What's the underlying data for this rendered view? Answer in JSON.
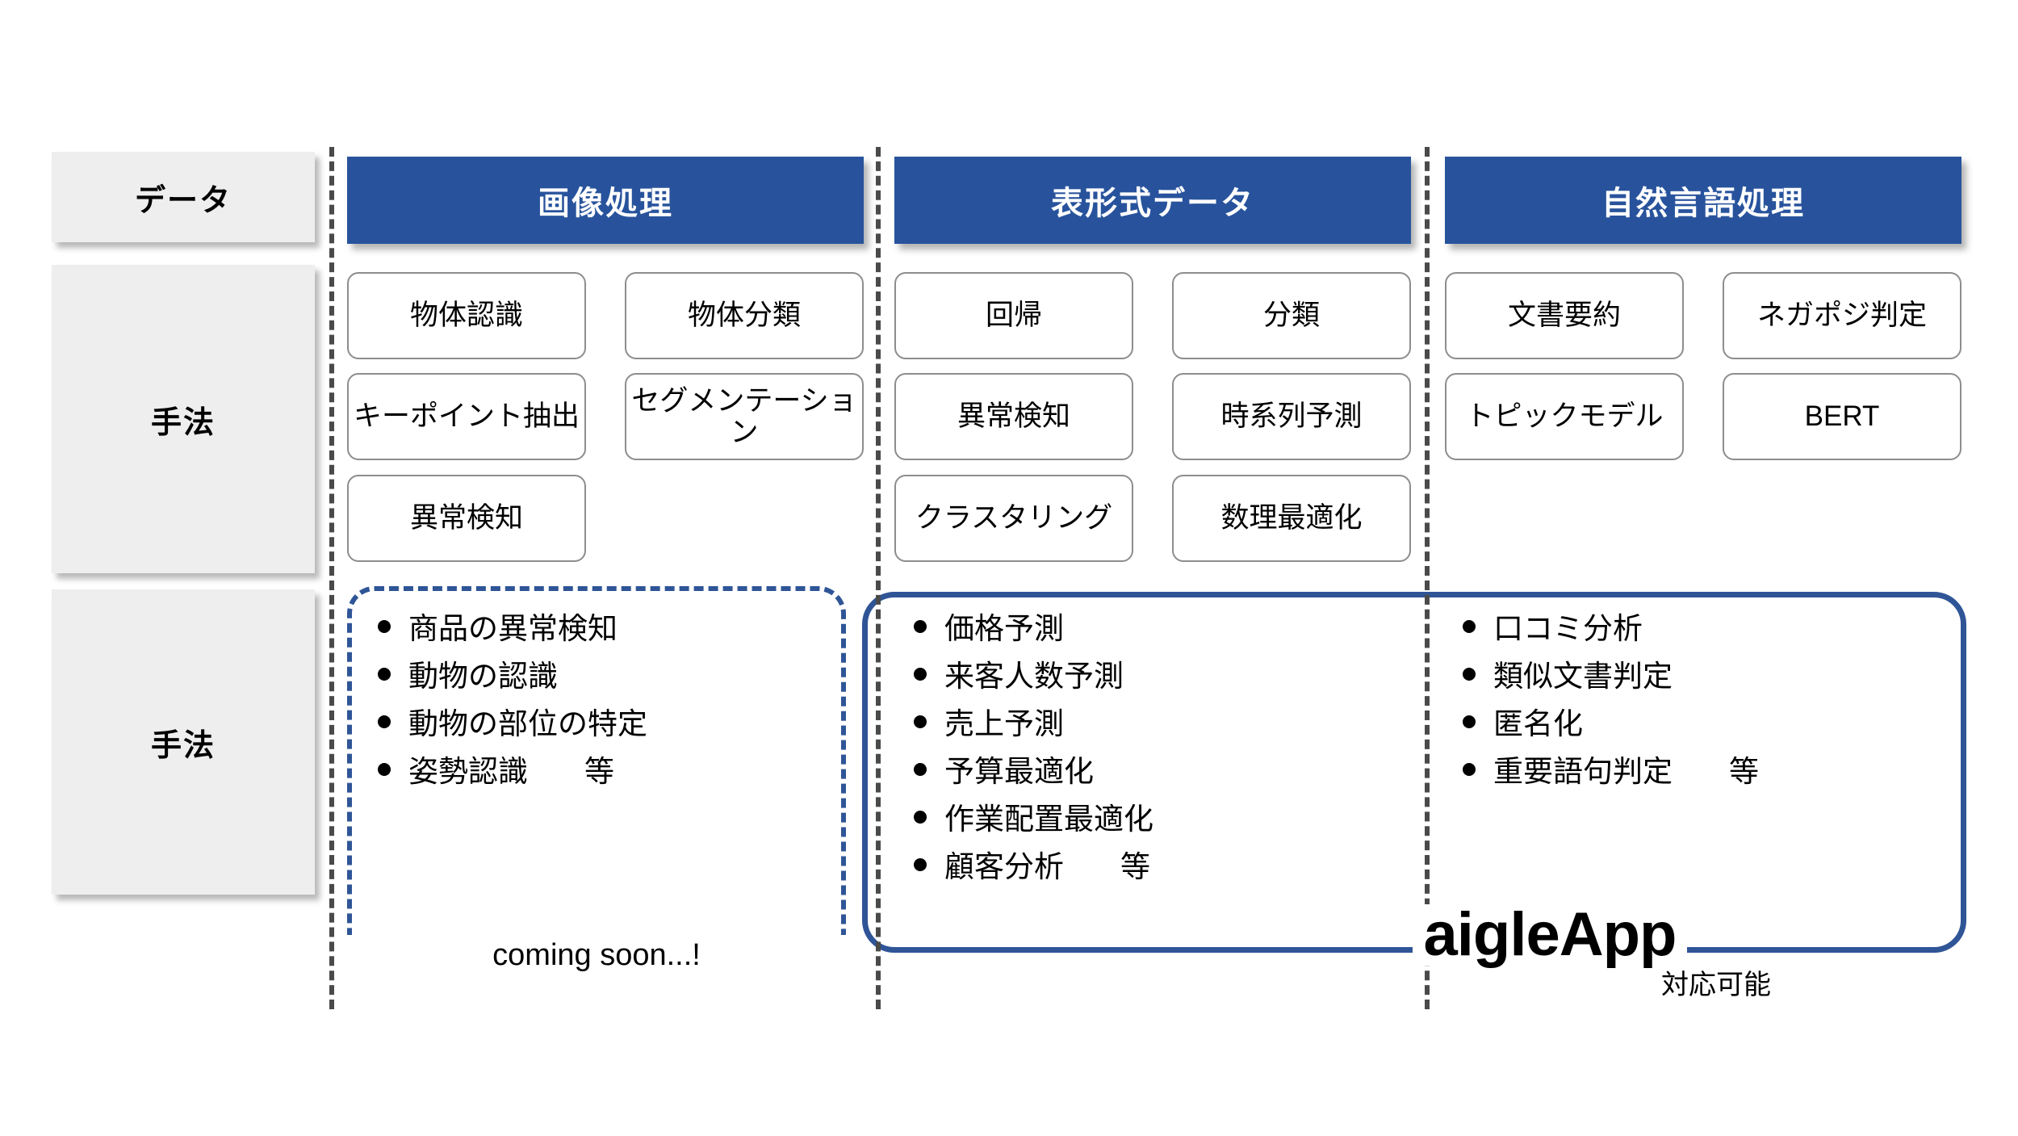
{
  "row_labels": [
    {
      "id": "data",
      "label": "データ"
    },
    {
      "id": "methods",
      "label": "手法"
    },
    {
      "id": "usecases",
      "label": "手法"
    }
  ],
  "columns": [
    {
      "id": "image-processing",
      "header": "画像処理",
      "methods": [
        "物体認識",
        "物体分類",
        "キーポイント抽出",
        "セグメンテーション",
        "異常検知"
      ],
      "usecases": [
        "商品の異常検知",
        "動物の認識",
        "動物の部位の特定",
        "姿勢認識"
      ],
      "usecase_suffix": "等",
      "usecase_status": "coming soon...!",
      "usecase_border": "dashed"
    },
    {
      "id": "tabular-data",
      "header": "表形式データ",
      "methods": [
        "回帰",
        "分類",
        "異常検知",
        "時系列予測",
        "クラスタリング",
        "数理最適化"
      ],
      "usecases": [
        "価格予測",
        "来客人数予測",
        "売上予測",
        "予算最適化",
        "作業配置最適化",
        "顧客分析"
      ],
      "usecase_suffix": "等",
      "usecase_border": "solid"
    },
    {
      "id": "natural-language-processing",
      "header": "自然言語処理",
      "methods": [
        "文書要約",
        "ネガポジ判定",
        "トピックモデル",
        "BERT"
      ],
      "usecases": [
        "口コミ分析",
        "類似文書判定",
        "匿名化",
        "重要語句判定"
      ],
      "usecase_suffix": "等",
      "usecase_border": "solid"
    }
  ],
  "brand": {
    "name": "aigleApp",
    "subtitle": "対応可能"
  },
  "colors": {
    "header_blue": "#28539c",
    "accent_blue": "#2f5597",
    "row_label_gray": "#eeeeee",
    "separator_gray": "#4a4a4a",
    "chip_border": "#8d8d8d"
  }
}
